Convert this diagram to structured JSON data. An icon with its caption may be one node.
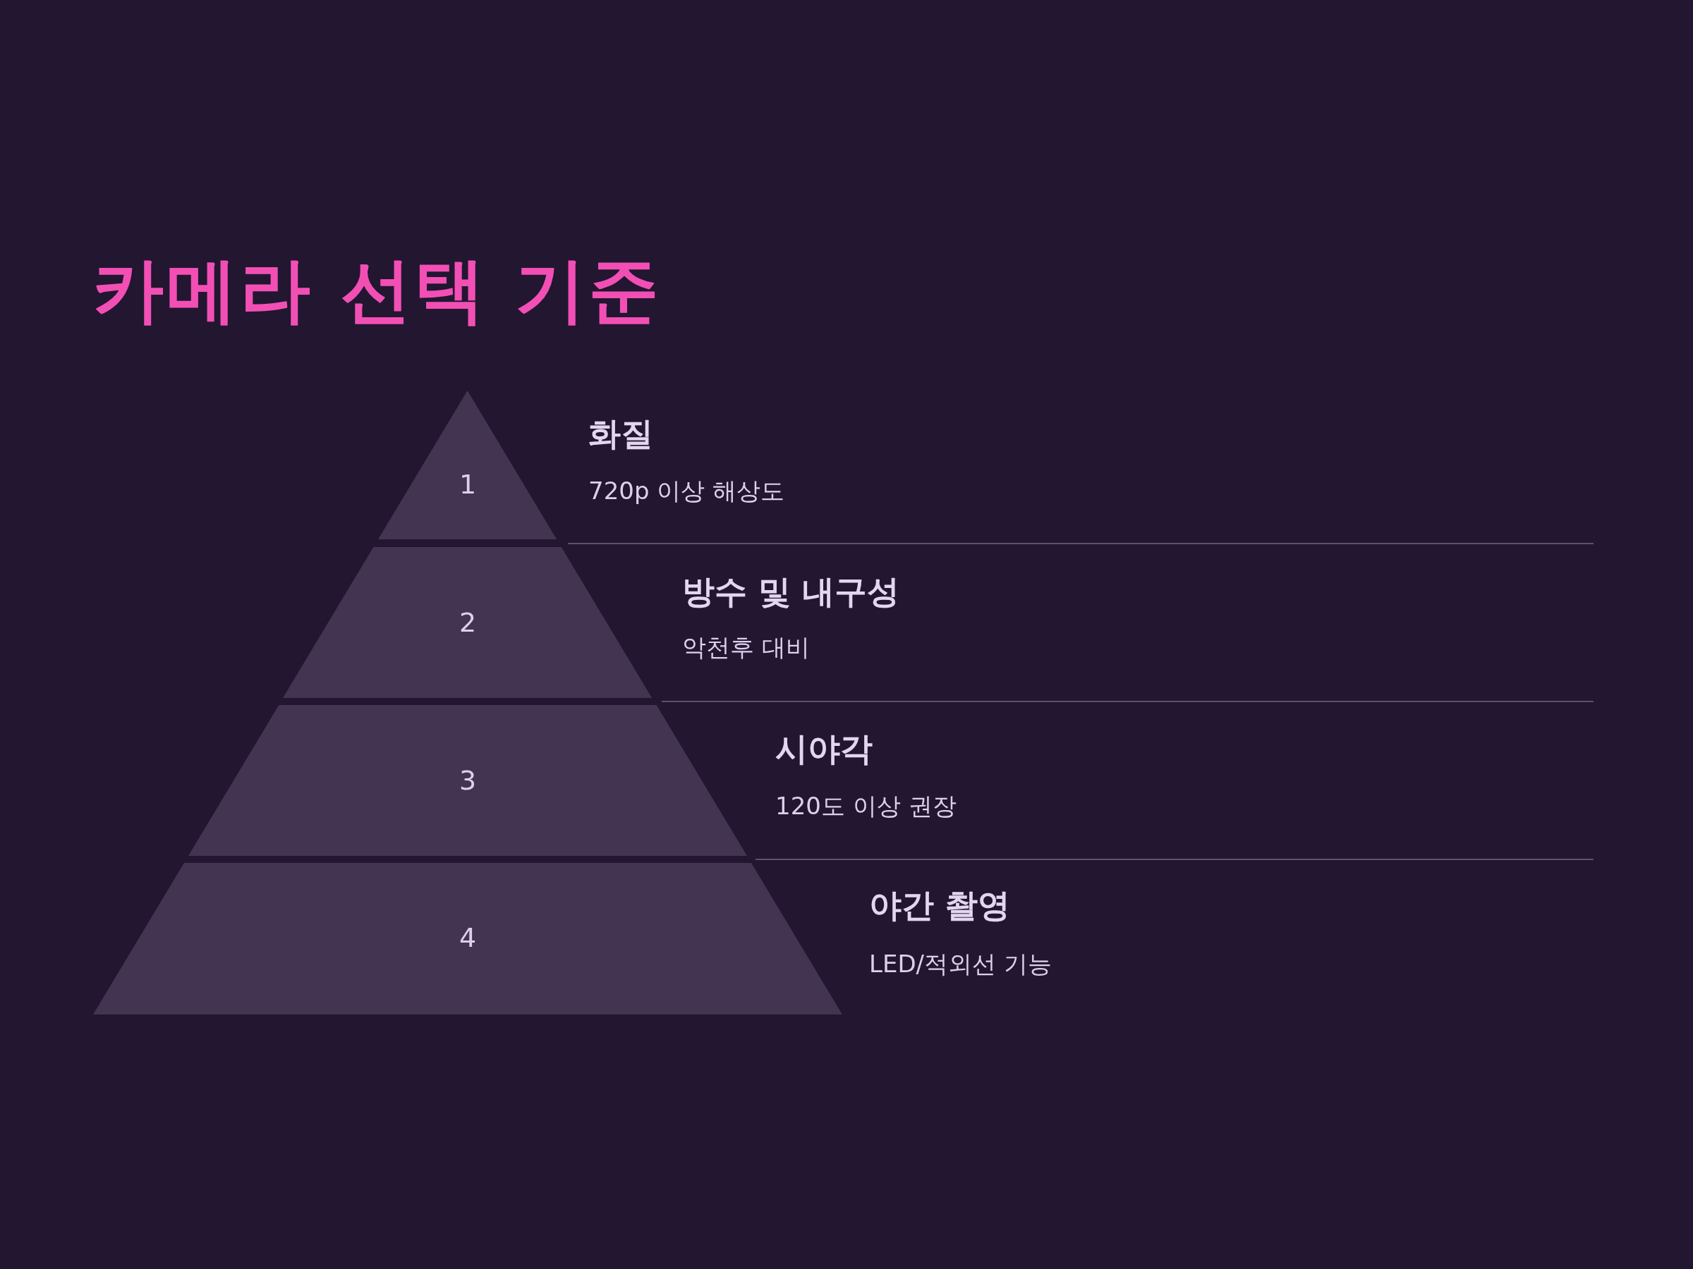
{
  "diagram": {
    "title": "카메라 선택 기준",
    "nodes": [
      {
        "text": [
          "1"
        ],
        "beside": [
          "화질",
          "720p 이상 해상도"
        ]
      },
      {
        "text": [
          "2"
        ],
        "beside": [
          "방수 및 내구성",
          "악천후 대비"
        ]
      },
      {
        "text": [
          "3"
        ],
        "beside": [
          "시야각",
          "120도 이상 권장"
        ]
      },
      {
        "text": [
          "4"
        ],
        "beside": [
          "야간 촬영",
          "LED/적외선 기능"
        ]
      }
    ]
  }
}
